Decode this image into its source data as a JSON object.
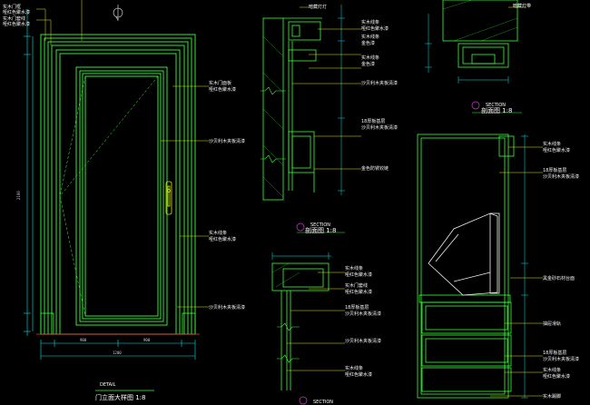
{
  "colors": {
    "background": "#000000",
    "frame_green": "#39ff39",
    "dim_cyan": "#00e6e6",
    "leader_yellow": "#e6e600",
    "title_magenta": "#d23cd2",
    "cut_red": "#ff3030",
    "text_white": "#f3f3f3"
  },
  "door": {
    "annotations": {
      "top_left_1": "实木门框",
      "top_left_2": "哑红色聚水漆",
      "top_left_3": "实木门套线",
      "top_left_4": "哑红色聚水漆",
      "right_1": "实木门面板",
      "right_2": "哑红色聚水漆",
      "right_3": "沙贝利木夹板清漆",
      "right_4": "实木线条",
      "right_5": "哑红色聚水漆",
      "right_6": "沙贝利木夹板清漆"
    },
    "dims": {
      "height": "2100",
      "bottom_left": "900",
      "bottom_right": "900",
      "total": "1200"
    },
    "title": "门立面大样图 1:8",
    "title_tag": "DETAIL"
  },
  "section_a": {
    "annotations": {
      "a1": "暗藏灯灯",
      "a2": "实木线条",
      "a3": "哑红色聚水漆",
      "a4": "实木线条",
      "a5": "金色漆",
      "a6": "实木线条",
      "a7": "金色漆",
      "a8": "沙贝利木夹板清漆",
      "a9": "18厚板基层",
      "a10": "沙贝利木夹板清漆",
      "a11": "金色防锈铰链"
    },
    "title": "剖面图 1:8",
    "title_tag": "SECTION"
  },
  "section_b": {
    "annotations": {
      "b1": "实木线条",
      "b2": "哑红色聚水漆",
      "b3": "实木门套线",
      "b4": "哑红色聚水漆",
      "b5": "18厚板基层",
      "b6": "沙贝利木夹板清漆",
      "b7": "沙贝利木夹板清漆",
      "b8": "实木线条",
      "b9": "哑红色聚水漆"
    },
    "title_tag": "SECTION"
  },
  "section_c": {
    "annotations": {
      "c1": "暗藏灯带"
    },
    "title": "剖面图 1:8",
    "title_tag": "SECTION"
  },
  "cabinet": {
    "annotations": {
      "d1": "实木线条",
      "d2": "哑红色聚水漆",
      "d3": "18厚板基层",
      "d4": "沙贝利木夹板清漆",
      "d5": "黑金砂石材台面",
      "d6": "抽屉滑轨",
      "d7": "18厚板基层",
      "d8": "沙贝利木夹板清漆",
      "d9": "实木线条",
      "d10": "哑红色聚水漆",
      "d11": "实木踢脚"
    }
  }
}
